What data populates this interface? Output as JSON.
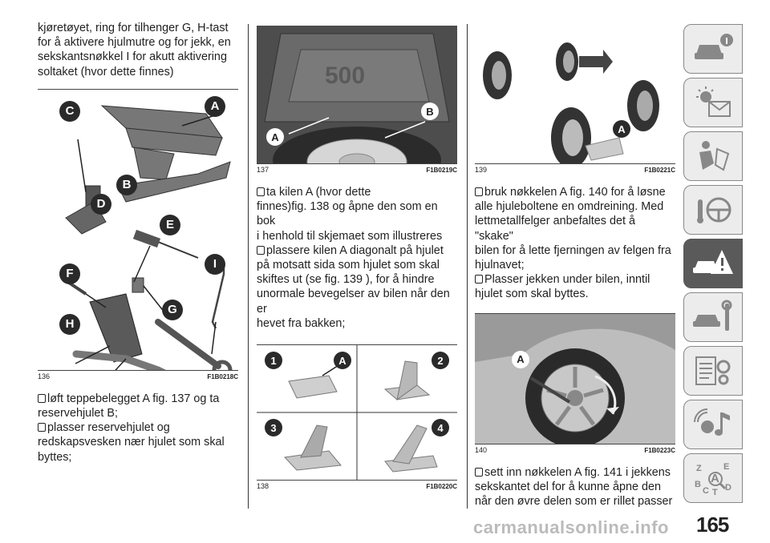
{
  "page_number": "165",
  "watermark": "carmanualsonline.info",
  "col1": {
    "intro_lines": [
      "kjøretøyet, ring for tilhenger G, H-tast",
      "for å aktivere hjulmutre og for jekk, en",
      "sekskantsnøkkel I for akutt aktivering",
      "soltaket (hvor dette finnes)"
    ],
    "figure": {
      "number": "136",
      "code": "F1B0218C",
      "callouts": [
        "C",
        "A",
        "B",
        "D",
        "E",
        "I",
        "F",
        "G",
        "H"
      ]
    },
    "bullet1_lines": [
      "løft teppebelegget A fig. 137 og ta",
      "reservehjulet B;"
    ],
    "bullet2_lines": [
      "plasser reservehjulet og",
      "redskapsvesken nær hjulet som skal",
      "byttes;"
    ]
  },
  "col2": {
    "figure_top": {
      "number": "137",
      "code": "F1B0219C",
      "callouts": [
        "A",
        "B"
      ]
    },
    "bullet1_lines": [
      "ta kilen A (hvor dette",
      "finnes)fig. 138 og åpne den som en bok",
      "i henhold til skjemaet som illustreres"
    ],
    "bullet2_lines": [
      "plassere kilen A diagonalt på hjulet",
      "på motsatt sida som hjulet som skal",
      "skiftes ut (se fig. 139 ), for å hindre",
      "unormale bevegelser av bilen når den er",
      "hevet fra bakken;"
    ],
    "figure_bottom": {
      "number": "138",
      "code": "F1B0220C",
      "callouts": [
        "1",
        "A",
        "2",
        "3",
        "4"
      ]
    }
  },
  "col3": {
    "figure_top": {
      "number": "139",
      "code": "F1B0221C",
      "callouts": [
        "A"
      ]
    },
    "bullet1_lines": [
      "bruk nøkkelen A fig. 140 for å løsne",
      "alle hjuleboltene en omdreining. Med",
      "lettmetallfelger anbefaltes det å \"skake\"",
      "bilen for å lette fjerningen av felgen fra",
      "hjulnavet;"
    ],
    "bullet2_lines": [
      "Plasser jekken under bilen, inntil",
      "hjulet som skal byttes."
    ],
    "figure_bottom": {
      "number": "140",
      "code": "F1B0223C",
      "callouts": [
        "A"
      ]
    },
    "bullet3_lines": [
      "sett inn nøkkelen A fig. 141 i jekkens",
      "sekskantet del for å kunne åpne den",
      "når den øvre delen som er rillet passer"
    ]
  },
  "sidebar": {
    "tabs": [
      {
        "icon": "car-info-icon",
        "active": false
      },
      {
        "icon": "warning-lights-icon",
        "active": false
      },
      {
        "icon": "safety-airbag-icon",
        "active": false
      },
      {
        "icon": "starting-driving-icon",
        "active": false
      },
      {
        "icon": "emergency-icon",
        "active": true
      },
      {
        "icon": "maintenance-icon",
        "active": false
      },
      {
        "icon": "technical-data-icon",
        "active": false
      },
      {
        "icon": "multimedia-icon",
        "active": false
      },
      {
        "icon": "index-icon",
        "active": false
      }
    ],
    "index_letters": [
      "Z",
      "E",
      "A",
      "B",
      "C",
      "T",
      "D"
    ]
  }
}
